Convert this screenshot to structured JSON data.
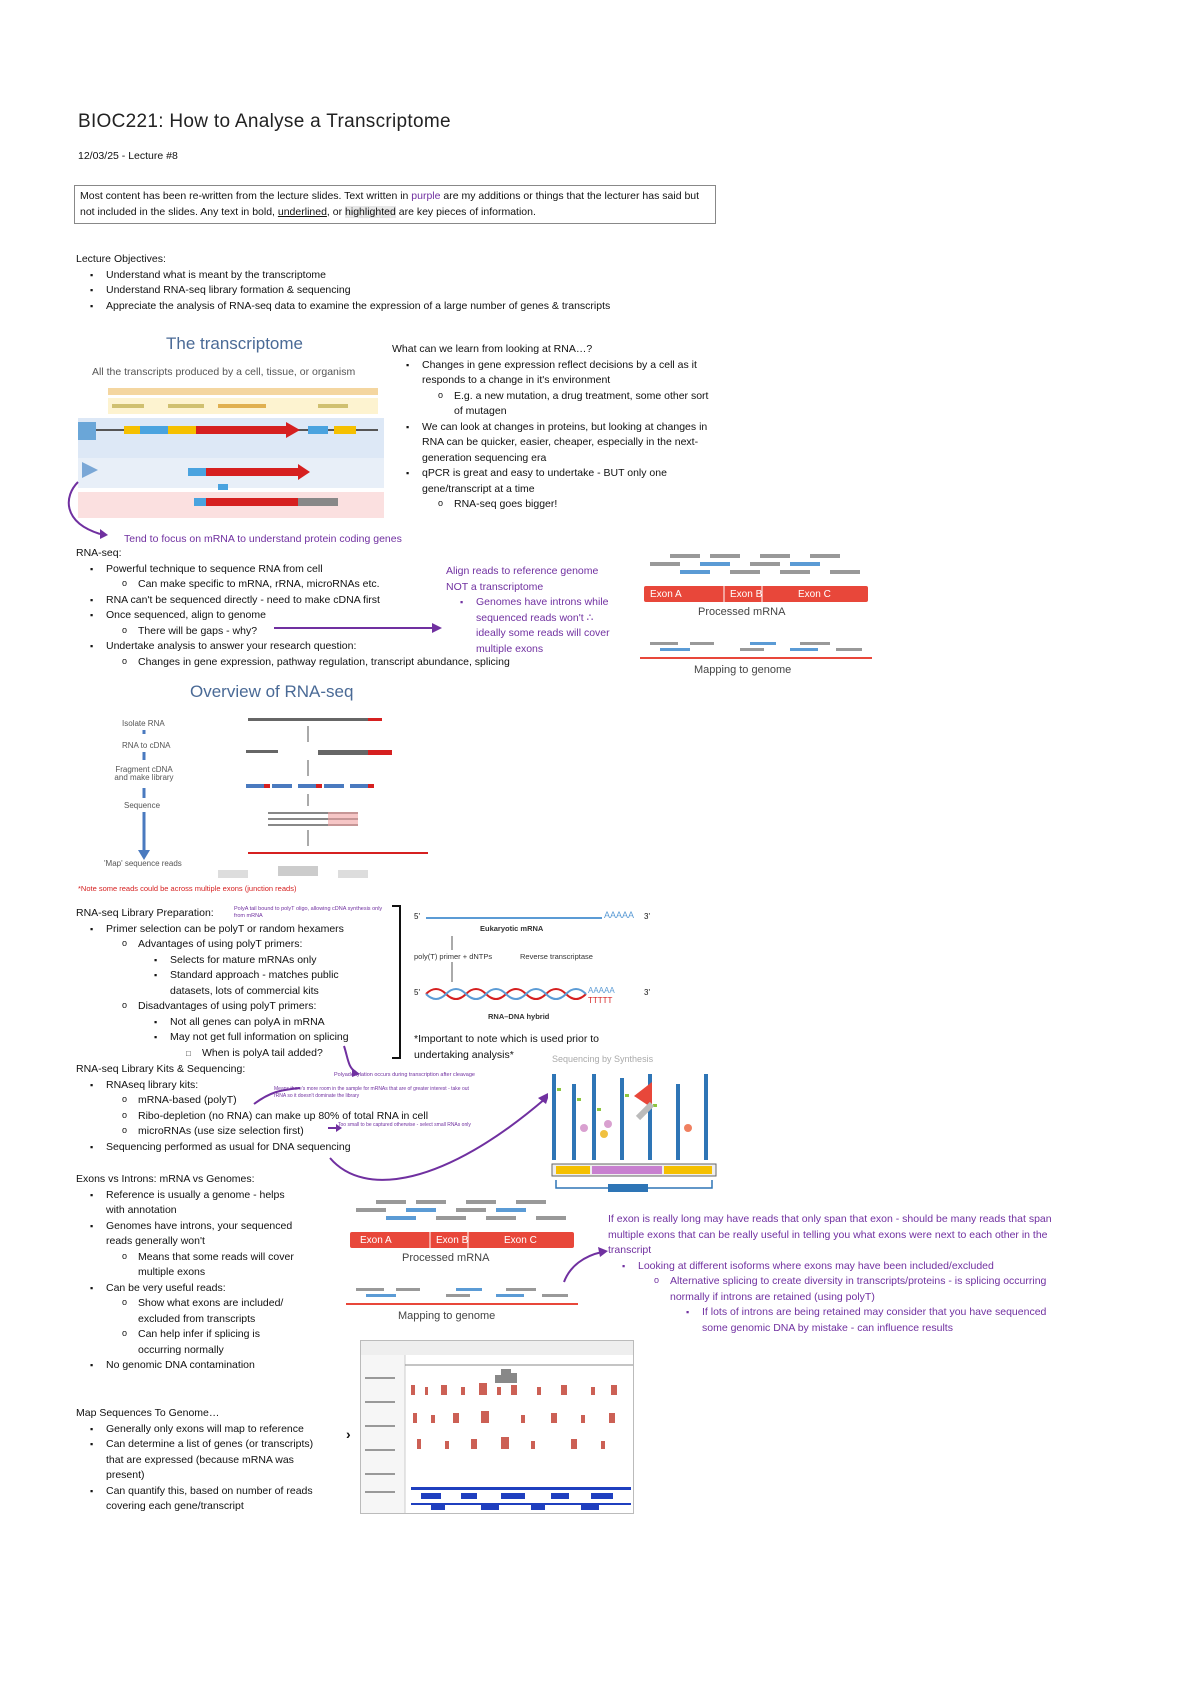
{
  "header": {
    "title": "BIOC221: How to Analyse a Transcriptome",
    "date_line": "12/03/25 - Lecture #8"
  },
  "note": {
    "part1": "Most content has been re-written from the lecture slides. Text written in ",
    "purple_word": "purple",
    "part2": " are my additions or things that the lecturer has said but not included in the slides. Any text in bold, ",
    "underlined_word": "underlined",
    "part3": ", or ",
    "highlighted_word": "highlighted",
    "part4": " are key pieces of information."
  },
  "objectives": {
    "heading": "Lecture Objectives:",
    "items": [
      "Understand what is meant by the transcriptome",
      "Understand RNA-seq library formation & sequencing",
      "Appreciate the analysis of RNA-seq data to examine the expression of a large number of genes & transcripts"
    ]
  },
  "fig_transcriptome": {
    "title": "The transcriptome",
    "subtitle": "All the transcripts produced by a cell, tissue, or organism"
  },
  "learn": {
    "heading": "What can we learn from looking at RNA…?",
    "items": [
      {
        "level": 1,
        "text": "Changes in gene expression reflect decisions by a cell as it"
      },
      {
        "level": 1,
        "text": "responds to a change in it's environment",
        "cont": true
      },
      {
        "level": 2,
        "text": "E.g. a new mutation, a drug treatment, some other sort"
      },
      {
        "level": 2,
        "text": "of mutagen",
        "cont": true
      },
      {
        "level": 1,
        "text": "We can look at changes in proteins, but looking at changes in"
      },
      {
        "level": 1,
        "text": "RNA can be quicker, easier, cheaper, especially in the next-",
        "cont": true
      },
      {
        "level": 1,
        "text": "generation sequencing era",
        "cont": true
      },
      {
        "level": 1,
        "text": "qPCR is great and easy to undertake - BUT only one"
      },
      {
        "level": 1,
        "text": "gene/transcript at a time",
        "cont": true
      },
      {
        "level": 2,
        "text": "RNA-seq goes bigger!"
      }
    ]
  },
  "mrna_focus": "Tend to focus on mRNA to understand protein coding genes",
  "rnaseq": {
    "heading": "RNA-seq:",
    "items": [
      {
        "level": 1,
        "text": "Powerful technique to sequence RNA from cell"
      },
      {
        "level": 2,
        "text": "Can make specific to mRNA, rRNA, microRNAs etc."
      },
      {
        "level": 1,
        "text": "RNA can't be sequenced directly - need to make cDNA first"
      },
      {
        "level": 1,
        "text": "Once sequenced, align to genome"
      },
      {
        "level": 2,
        "text": "There will be gaps - why?"
      },
      {
        "level": 1,
        "text": "Undertake analysis to answer your research question:"
      },
      {
        "level": 2,
        "text": "Changes in gene expression, pathway regulation, transcript abundance, splicing"
      }
    ]
  },
  "align_note": {
    "lines": [
      "Align reads to reference genome",
      "NOT a transcriptome"
    ],
    "bullet": [
      "Genomes have introns while",
      "sequenced reads won't ∴",
      "ideally some reads will cover",
      "multiple exons"
    ]
  },
  "fig_mrna1": {
    "exons": [
      "Exon A",
      "Exon B",
      "Exon C"
    ],
    "processed": "Processed mRNA",
    "mapping": "Mapping to genome"
  },
  "fig_overview": {
    "title": "Overview of RNA-seq",
    "steps": [
      "Isolate RNA",
      "RNA to cDNA",
      "Fragment cDNA and make library",
      "Sequence",
      "'Map' sequence reads"
    ],
    "note": "*Note some reads could be across multiple exons (junction reads)"
  },
  "library_prep": {
    "heading": "RNA-seq Library Preparation:",
    "side_note": "PolyA tail bound to polyT oligo, allowing cDNA synthesis only from mRNA",
    "items": [
      {
        "level": 1,
        "text": "Primer selection can be polyT or random hexamers"
      },
      {
        "level": 2,
        "text": "Advantages of using polyT primers:"
      },
      {
        "level": 3,
        "text": "Selects for mature mRNAs only"
      },
      {
        "level": 3,
        "text": "Standard approach - matches public"
      },
      {
        "level": 3,
        "text": "datasets, lots of commercial kits",
        "cont": true
      },
      {
        "level": 2,
        "text": "Disadvantages of using polyT primers:"
      },
      {
        "level": 3,
        "text": "Not all genes can polyA in mRNA"
      },
      {
        "level": 3,
        "text": "May not get full information on splicing"
      },
      {
        "level": 4,
        "text": "When is polyA tail added?"
      }
    ],
    "important": [
      "*Important to note which is used prior to",
      "undertaking analysis*"
    ]
  },
  "fig_euk": {
    "five": "5'",
    "three": "3'",
    "polyA": "AAAAA",
    "eukaryotic": "Eukaryotic mRNA",
    "primer": "poly(T) primer + dNTPs",
    "rt": "Reverse transcriptase",
    "hybrid_tail": "TTTTT",
    "hybrid": "RNA–DNA hybrid"
  },
  "kits": {
    "heading": "RNA-seq Library Kits & Sequencing:",
    "items": [
      {
        "level": 1,
        "text": "RNAseq library kits:"
      },
      {
        "level": 2,
        "text": "mRNA-based (polyT)"
      },
      {
        "level": 2,
        "text": "Ribo-depletion (no RNA) can make up 80% of total RNA in cell"
      },
      {
        "level": 2,
        "text": "microRNAs (use size selection first)"
      },
      {
        "level": 1,
        "text": "Sequencing performed as usual for DNA sequencing"
      }
    ],
    "note_polyA": "Polyadenylation occurs during transcription after cleavage",
    "note_ribo": "Means there's more room in the sample for mRNAs that are of greater interest - take out rRNA so it doesn't dominate the library",
    "note_micro": "Too small to be captured otherwise - select small RNAs only"
  },
  "fig_sbs": {
    "title": "Sequencing by Synthesis"
  },
  "exons_introns": {
    "heading": "Exons vs Introns: mRNA vs Genomes:",
    "items": [
      {
        "level": 1,
        "text": "Reference is usually a genome - helps"
      },
      {
        "level": 1,
        "text": "with annotation",
        "cont": true
      },
      {
        "level": 1,
        "text": "Genomes have introns, your sequenced"
      },
      {
        "level": 1,
        "text": "reads generally won't",
        "cont": true
      },
      {
        "level": 2,
        "text": "Means that some reads will cover"
      },
      {
        "level": 2,
        "text": "multiple exons",
        "cont": true
      },
      {
        "level": 1,
        "text": "Can be very useful reads:"
      },
      {
        "level": 2,
        "text": "Show what exons are included/"
      },
      {
        "level": 2,
        "text": "excluded from transcripts",
        "cont": true
      },
      {
        "level": 2,
        "text": "Can help infer if splicing is"
      },
      {
        "level": 2,
        "text": "occurring normally",
        "cont": true
      },
      {
        "level": 1,
        "text": "No genomic DNA contamination"
      }
    ]
  },
  "fig_mrna2": {
    "exons": [
      "Exon A",
      "Exon B",
      "Exon C"
    ],
    "processed": "Processed mRNA",
    "mapping": "Mapping to genome"
  },
  "exon_note": {
    "lines": [
      {
        "level": 0,
        "text": "If exon is really long may have reads that only span that exon - should be many reads that span"
      },
      {
        "level": 0,
        "text": "multiple exons that can be really useful in telling you what exons were next to each other in the"
      },
      {
        "level": 0,
        "text": "transcript"
      },
      {
        "level": 1,
        "text": "Looking at different isoforms where exons may have been included/excluded"
      },
      {
        "level": 2,
        "text": "Alternative splicing to create diversity in transcripts/proteins - is splicing occurring"
      },
      {
        "level": 2,
        "text": "normally if introns are retained (using polyT)",
        "cont": true
      },
      {
        "level": 3,
        "text": "If lots of introns are being retained may consider that you have sequenced"
      },
      {
        "level": 3,
        "text": "some genomic DNA by mistake - can influence results",
        "cont": true
      }
    ]
  },
  "map_seq": {
    "heading": "Map Sequences To Genome…",
    "items": [
      {
        "level": 1,
        "text": "Generally only exons will map to reference"
      },
      {
        "level": 1,
        "text": "Can determine a list of genes (or transcripts)"
      },
      {
        "level": 1,
        "text": "that are expressed (because mRNA was",
        "cont": true
      },
      {
        "level": 1,
        "text": "present)",
        "cont": true
      },
      {
        "level": 1,
        "text": "Can quantify this, based on number of reads"
      },
      {
        "level": 1,
        "text": "covering each gene/transcript",
        "cont": true
      }
    ]
  },
  "colors": {
    "purple": "#7030a0",
    "exon_red": "#e8473a",
    "figure_blue": "#4a6a96"
  }
}
